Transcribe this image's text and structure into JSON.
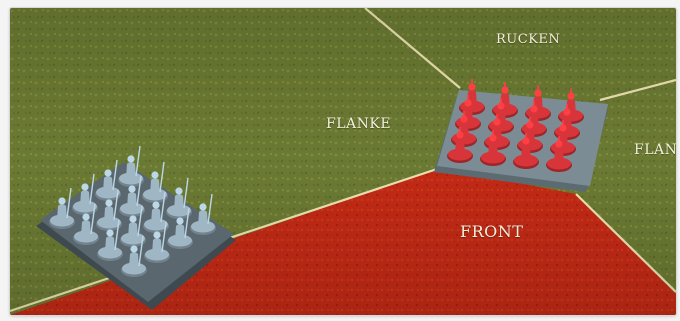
{
  "zones": {
    "back_label": "RUCKEN",
    "flank_left_label": "FLANKE",
    "flank_right_label": "FLAN",
    "front_label": "FRONT"
  },
  "units": {
    "red": {
      "color": "#d8353a",
      "base_color": "#6f7e86",
      "rows": 4,
      "cols": 4
    },
    "grey": {
      "color": "#9fb6c4",
      "base_color": "#4f5c63",
      "rows": 4,
      "cols": 4
    }
  },
  "colors": {
    "grass": "#6b7a33",
    "front_zone": "#c22a15",
    "divider_line": "#ece2b0"
  }
}
